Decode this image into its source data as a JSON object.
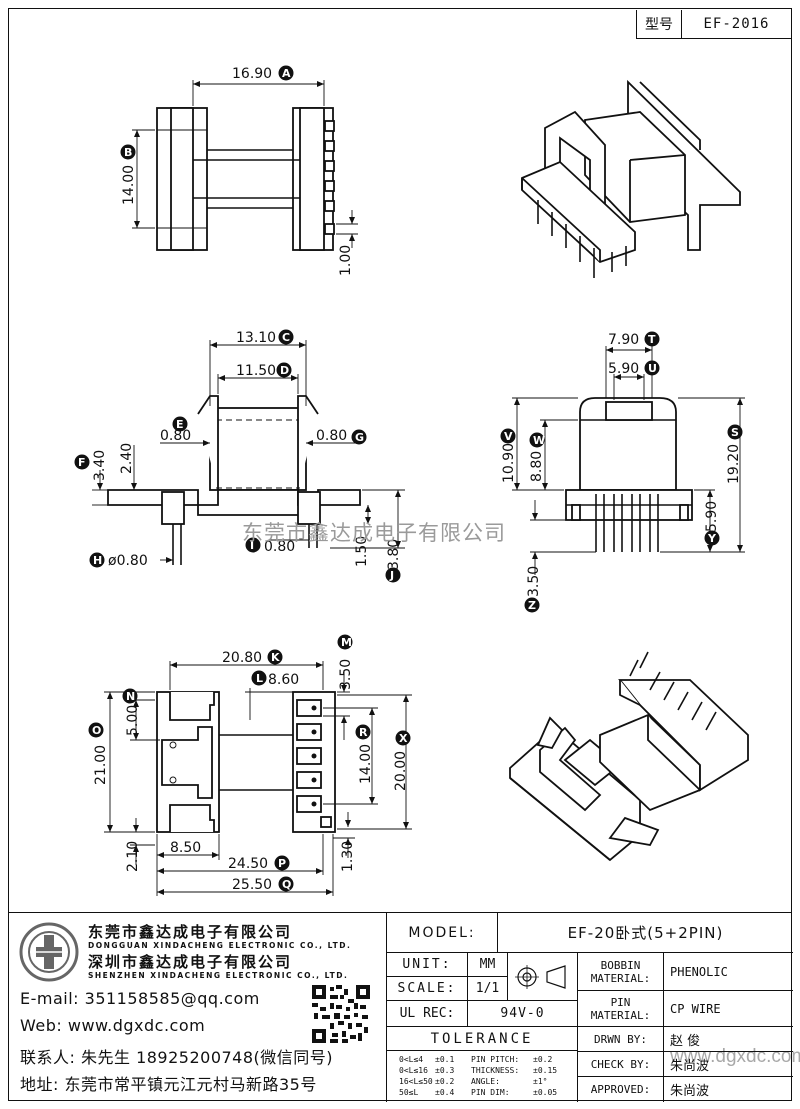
{
  "header": {
    "model_key": "型号",
    "model_value": "EF-2016"
  },
  "dims": {
    "a": "16.90",
    "b": "14.00",
    "d100": "1.00",
    "c": "13.10",
    "d": "11.50",
    "e": "0.80",
    "g": "0.80",
    "f": "3.40",
    "h240": "2.40",
    "h": "ø0.80",
    "i": "0.80",
    "j": "3.80",
    "j150": "1.50",
    "t": "7.90",
    "u": "5.90",
    "v": "10.90",
    "w": "8.80",
    "s": "19.20",
    "y": "5.90",
    "z": "3.50",
    "k": "20.80",
    "l": "8.60",
    "m": "3.50",
    "n": "5.00",
    "o": "21.00",
    "r": "14.00",
    "x": "20.00",
    "h850": "8.50",
    "h210": "2.10",
    "p": "24.50",
    "q": "25.50",
    "h130": "1.30"
  },
  "labels": {
    "A": "A",
    "B": "B",
    "C": "C",
    "D": "D",
    "E": "E",
    "F": "F",
    "G": "G",
    "H": "H",
    "I": "I",
    "J": "J",
    "K": "K",
    "L": "L",
    "M": "M",
    "N": "N",
    "O": "O",
    "P": "P",
    "Q": "Q",
    "R": "R",
    "S": "S",
    "T": "T",
    "U": "U",
    "V": "V",
    "W": "W",
    "X": "X",
    "Y": "Y",
    "Z": "Z"
  },
  "watermark": "东莞市鑫达成电子有限公司",
  "watermark_site": "www.dgxdc.com",
  "company": {
    "name_cn_1": "东莞市鑫达成电子有限公司",
    "name_en_1": "DONGGUAN XINDACHENG ELECTRONIC CO., LTD.",
    "name_cn_2": "深圳市鑫达成电子有限公司",
    "name_en_2": "SHENZHEN XINDACHENG ELECTRONIC CO., LTD.",
    "email": "E-mail: 351158585@qq.com",
    "web": "Web: www.dgxdc.com",
    "contact": "联系人: 朱先生 18925200748(微信同号)",
    "address": "地址: 东莞市常平镇元江元村马新路35号"
  },
  "title_block": {
    "model_label": "MODEL:",
    "model_value": "EF-20卧式(5+2PIN)",
    "unit_label": "UNIT:",
    "unit_value": "MM",
    "scale_label": "SCALE:",
    "scale_value": "1/1",
    "ul_label": "UL REC:",
    "ul_value": "94V-0",
    "tolerance_label": "TOLERANCE",
    "bobbin_label_1": "BOBBIN",
    "bobbin_label_2": "MATERIAL:",
    "bobbin_value": "PHENOLIC",
    "pin_label_1": "PIN",
    "pin_label_2": "MATERIAL:",
    "pin_value": "CP WIRE",
    "drawn_label": "DRWN BY:",
    "drawn_value": "赵  俊",
    "check_label": "CHECK BY:",
    "check_value": "朱尚波",
    "approved_label": "APPROVED:",
    "approved_value": "朱尚波",
    "tol": [
      {
        "range": "0<L≤4",
        "val": "±0.1",
        "name": "PIN PITCH:",
        "v2": "±0.2"
      },
      {
        "range": "0<L≤16",
        "val": "±0.3",
        "name": "THICKNESS:",
        "v2": "±0.15"
      },
      {
        "range": "16<L≤50",
        "val": "±0.2",
        "name": "ANGLE:",
        "v2": "±1°"
      },
      {
        "range": "50≤L",
        "val": "±0.4",
        "name": "PIN DIM:",
        "v2": "±0.05"
      }
    ]
  }
}
